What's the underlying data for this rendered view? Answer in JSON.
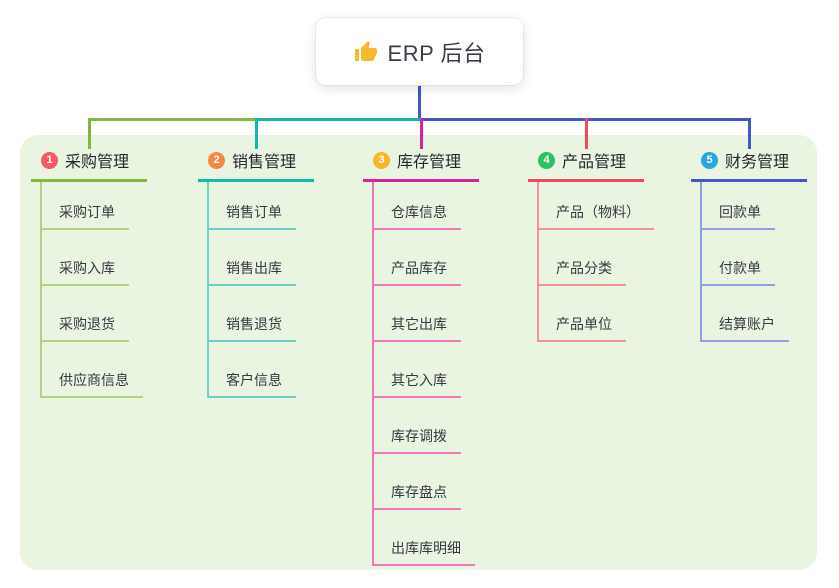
{
  "root": {
    "title": "ERP 后台",
    "icon": "thumbs-up-icon",
    "stem_color": "#4456cc",
    "card_background": "#ffffff",
    "icon_color": "#f7b928"
  },
  "canvas": {
    "background": "#ffffff",
    "panel_background": "#e9f5e1"
  },
  "branches": [
    {
      "index": "1",
      "title": "采购管理",
      "badge_color": "#f25c68",
      "line_color": "#82b93c",
      "child_line_color": "#aed383",
      "children": [
        "采购订单",
        "采购入库",
        "采购退货",
        "供应商信息"
      ]
    },
    {
      "index": "2",
      "title": "销售管理",
      "badge_color": "#f8883f",
      "line_color": "#12b7ae",
      "child_line_color": "#6fd0c8",
      "children": [
        "销售订单",
        "销售出库",
        "销售退货",
        "客户信息"
      ]
    },
    {
      "index": "3",
      "title": "库存管理",
      "badge_color": "#d2269b",
      "line_color": "#d2269b",
      "child_line_color": "#ee77ba",
      "badge_fill": "#f7b52c",
      "children": [
        "仓库信息",
        "产品库存",
        "其它出库",
        "其它入库",
        "库存调拨",
        "库存盘点",
        "出库库明细"
      ]
    },
    {
      "index": "4",
      "title": "产品管理",
      "badge_color": "#30c060",
      "line_color": "#f0485e",
      "child_line_color": "#f5919b",
      "children": [
        "产品（物料）",
        "产品分类",
        "产品单位"
      ]
    },
    {
      "index": "5",
      "title": "财务管理",
      "badge_color": "#29a6dd",
      "line_color": "#4456cc",
      "child_line_color": "#8ca1e0",
      "children": [
        "回款单",
        "付款单",
        "结算账户"
      ]
    }
  ]
}
